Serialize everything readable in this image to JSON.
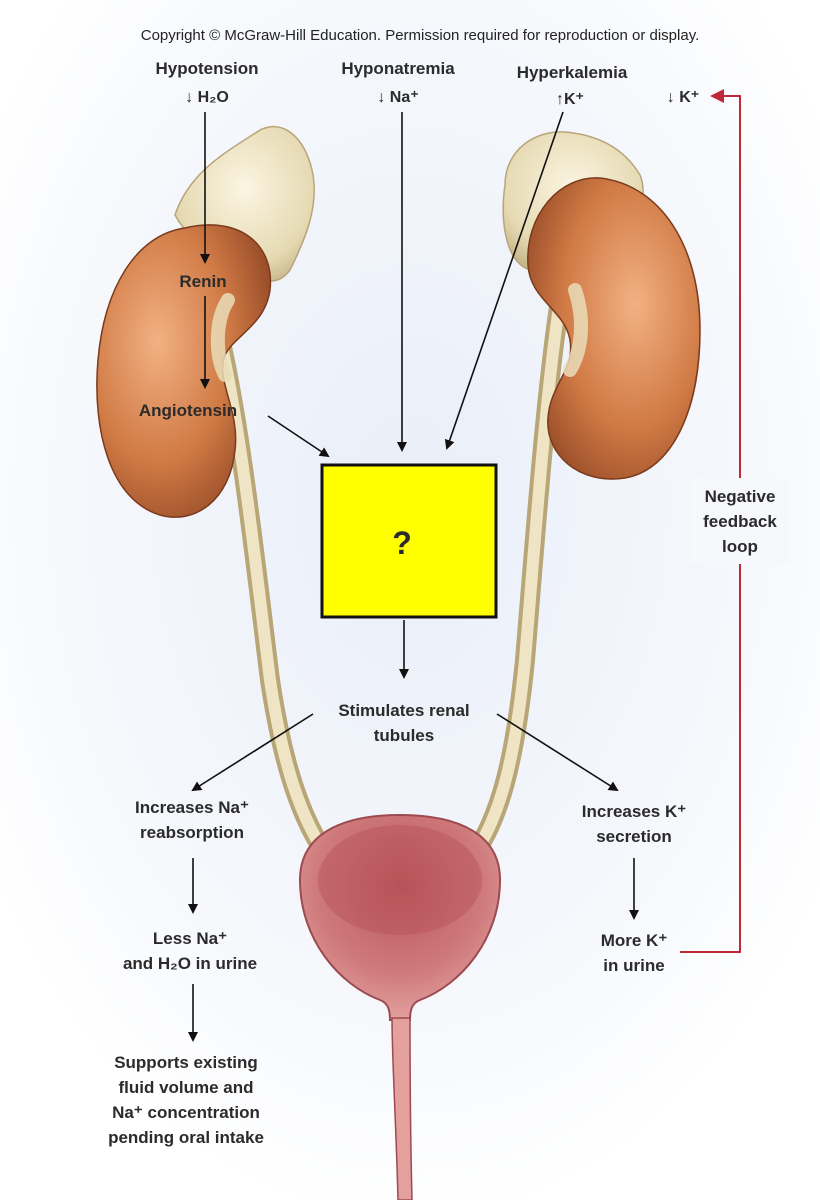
{
  "copyright": "Copyright © McGraw-Hill Education. Permission required for reproduction or display.",
  "triggers": {
    "hypotension": {
      "title": "Hypotension",
      "sub": "↓ H₂O"
    },
    "hyponatremia": {
      "title": "Hyponatremia",
      "sub": "↓ Na⁺"
    },
    "hyperkalemia": {
      "title": "Hyperkalemia",
      "sub": "↑K⁺"
    }
  },
  "low_k": "↓ K⁺",
  "renin": "Renin",
  "angiotensin": "Angiotensin",
  "question_box": {
    "label": "?",
    "fill": "#ffff00"
  },
  "stimulates": [
    "Stimulates renal",
    "tubules"
  ],
  "left_branch": {
    "effect": [
      "Increases Na⁺",
      "reabsorption"
    ],
    "result": [
      "Less Na⁺",
      "and H₂O in urine"
    ],
    "outcome": [
      "Supports existing",
      "fluid volume and",
      "Na⁺ concentration",
      "pending oral intake"
    ]
  },
  "right_branch": {
    "effect": [
      "Increases K⁺",
      "secretion"
    ],
    "result": [
      "More K⁺",
      "in urine"
    ]
  },
  "feedback": [
    "Negative",
    "feedback",
    "loop"
  ],
  "colors": {
    "feedback_line": "#c0283a",
    "kidney": "#c8703e",
    "adrenal": "#e8dcb8",
    "bladder": "#c96a6e",
    "ureter": "#e2d2aa"
  }
}
